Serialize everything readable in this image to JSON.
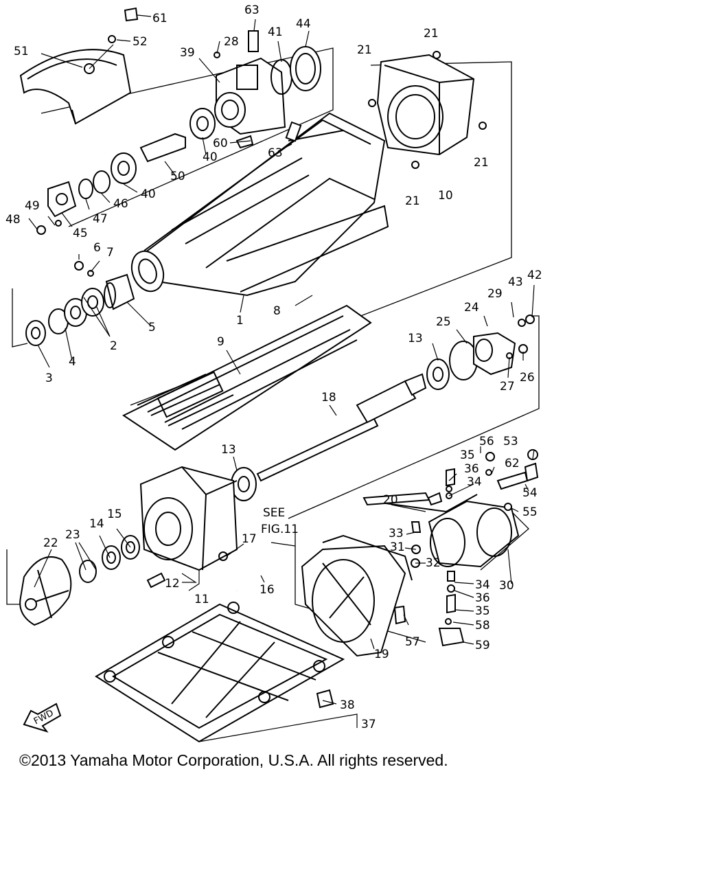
{
  "diagram": {
    "part_numbers": [
      "1",
      "2",
      "3",
      "4",
      "5",
      "6",
      "7",
      "8",
      "9",
      "10",
      "11",
      "12",
      "13",
      "14",
      "15",
      "16",
      "17",
      "18",
      "19",
      "20",
      "21",
      "22",
      "23",
      "24",
      "25",
      "26",
      "27",
      "28",
      "29",
      "30",
      "31",
      "32",
      "33",
      "34",
      "35",
      "36",
      "37",
      "38",
      "39",
      "40",
      "41",
      "42",
      "43",
      "44",
      "45",
      "46",
      "47",
      "48",
      "49",
      "50",
      "51",
      "52",
      "53",
      "54",
      "55",
      "56",
      "57",
      "58",
      "59",
      "60",
      "61",
      "62",
      "63"
    ],
    "see_note_line1": "SEE",
    "see_note_line2": "FIG.11",
    "fwd_label": "FWD"
  },
  "copyright": "©2013 Yamaha Motor Corporation, U.S.A. All rights reserved."
}
